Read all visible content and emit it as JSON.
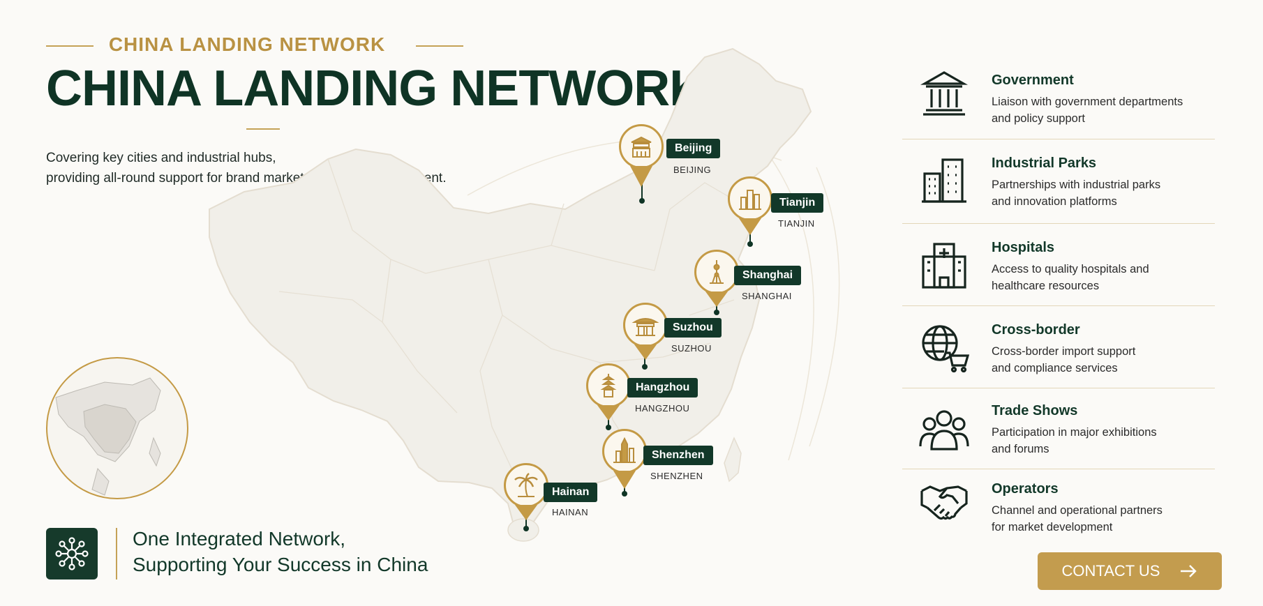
{
  "header": {
    "kicker": "CHINA LANDING NETWORK",
    "title": "CHINA LANDING NETWORK",
    "subtitle_line1": "Covering key cities and industrial hubs,",
    "subtitle_line2": "providing all-round support for brand market entry and development."
  },
  "map": {
    "cities": [
      {
        "name": "Beijing",
        "code": "BEIJING",
        "icon": "temple-gate-icon"
      },
      {
        "name": "Tianjin",
        "code": "TIANJIN",
        "icon": "skyline-icon"
      },
      {
        "name": "Shanghai",
        "code": "SHANGHAI",
        "icon": "tv-tower-icon"
      },
      {
        "name": "Suzhou",
        "code": "SUZHOU",
        "icon": "pavilion-icon"
      },
      {
        "name": "Hangzhou",
        "code": "HANGZHOU",
        "icon": "pagoda-icon"
      },
      {
        "name": "Shenzhen",
        "code": "SHENZHEN",
        "icon": "skyscraper-icon"
      },
      {
        "name": "Hainan",
        "code": "HAINAN",
        "icon": "palm-tree-icon"
      }
    ]
  },
  "services": [
    {
      "title": "Government",
      "desc1": "Liaison with government departments",
      "desc2": "and policy support",
      "icon": "government-building-icon"
    },
    {
      "title": "Industrial Parks",
      "desc1": "Partnerships with industrial parks",
      "desc2": "and innovation platforms",
      "icon": "office-buildings-icon"
    },
    {
      "title": "Hospitals",
      "desc1": "Access to quality hospitals and",
      "desc2": "healthcare resources",
      "icon": "hospital-icon"
    },
    {
      "title": "Cross-border",
      "desc1": "Cross-border import support",
      "desc2": "and compliance services",
      "icon": "globe-cart-icon"
    },
    {
      "title": "Trade Shows",
      "desc1": "Participation in major exhibitions",
      "desc2": "and forums",
      "icon": "people-group-icon"
    },
    {
      "title": "Operators",
      "desc1": "Channel and operational partners",
      "desc2": "for market development",
      "icon": "handshake-icon"
    }
  ],
  "footer": {
    "tagline1": "One Integrated Network,",
    "tagline2": "Supporting Your Success in China",
    "contact_label": "CONTACT US"
  },
  "colors": {
    "primary": "#123829",
    "accent": "#c39c4e",
    "background": "#fbfaf7"
  }
}
